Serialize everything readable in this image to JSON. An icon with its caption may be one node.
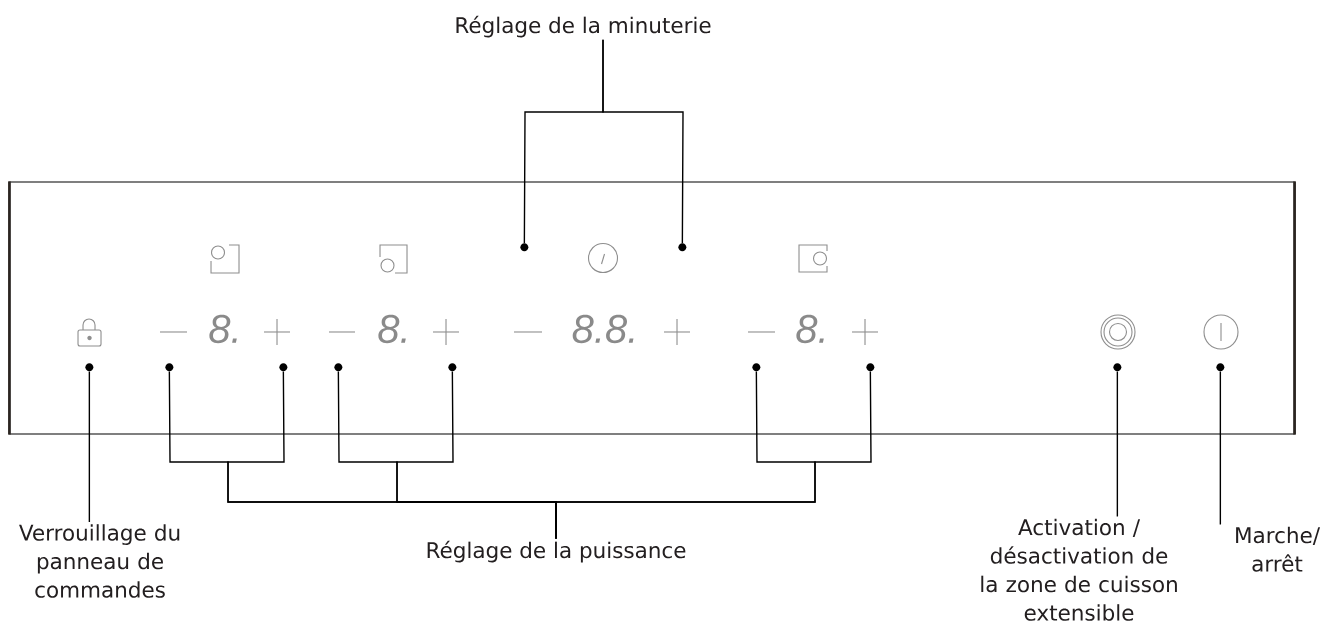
{
  "diagram": {
    "nodes": [
      {
        "text": [
          "Réglage de la minuterie"
        ]
      },
      {
        "text": [],
        "shape": "box"
      },
      {
        "text": [],
        "shape": "dot",
        "in": 1
      },
      {
        "text": [],
        "shape": "dot",
        "in": 1
      },
      {
        "text": [],
        "shape": "dot",
        "in": 1
      },
      {
        "text": [],
        "shape": "dot",
        "in": 1
      },
      {
        "text": [],
        "shape": "dot",
        "in": 1
      },
      {
        "text": [],
        "shape": "dot",
        "in": 1
      },
      {
        "text": [],
        "shape": "dot",
        "in": 1
      },
      {
        "text": [],
        "shape": "dot",
        "in": 1
      },
      {
        "text": [],
        "shape": "dot",
        "in": 1
      },
      {
        "text": [],
        "shape": "dot",
        "in": 1
      },
      {
        "text": [],
        "shape": "dot",
        "in": 1
      },
      {
        "text": [
          "Verrouillage du panneau de commandes"
        ]
      },
      {
        "text": [
          "Réglage de la puissance"
        ]
      },
      {
        "text": [
          "Activation / désactivation de la zone de cuisson extensible"
        ]
      },
      {
        "text": [
          "Marche/ arrêt"
        ]
      }
    ],
    "edges": [
      {
        "from": 0,
        "to": 2,
        "arrow": "none"
      },
      {
        "from": 0,
        "to": 3,
        "arrow": "none"
      },
      {
        "from": 13,
        "to": 4,
        "arrow": "none"
      },
      {
        "from": 14,
        "to": 5,
        "arrow": "none"
      },
      {
        "from": 14,
        "to": 6,
        "arrow": "none"
      },
      {
        "from": 14,
        "to": 7,
        "arrow": "none"
      },
      {
        "from": 14,
        "to": 8,
        "arrow": "none"
      },
      {
        "from": 14,
        "to": 9,
        "arrow": "none"
      },
      {
        "from": 14,
        "to": 10,
        "arrow": "none"
      },
      {
        "from": 15,
        "to": 11,
        "arrow": "none"
      },
      {
        "from": 16,
        "to": 12,
        "arrow": "none"
      }
    ],
    "labels": [
      "8.",
      "8.",
      "8.8.",
      "8."
    ]
  }
}
